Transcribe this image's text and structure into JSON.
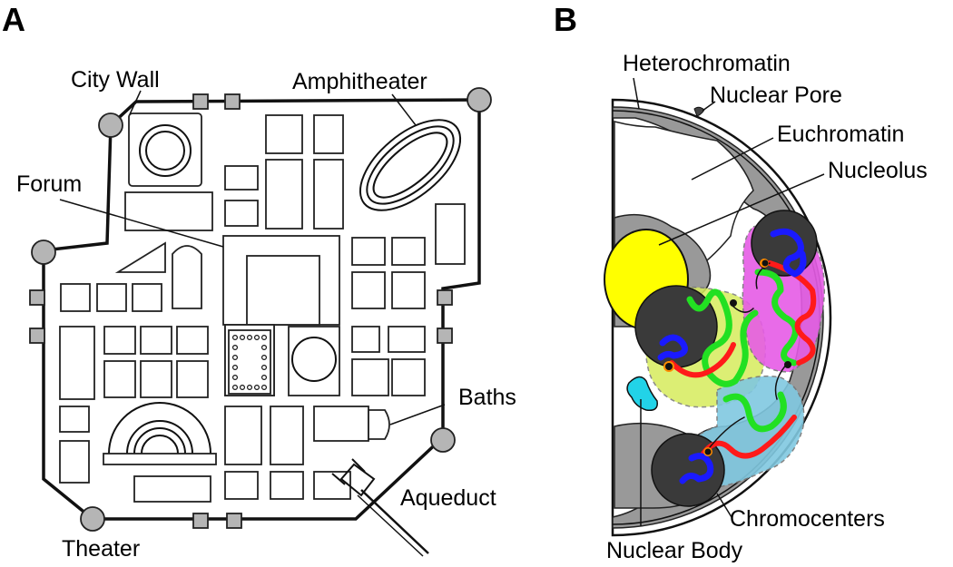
{
  "panel_a": {
    "letter": "A",
    "labels": {
      "city_wall": "City Wall",
      "amphitheater": "Amphitheater",
      "forum": "Forum",
      "baths": "Baths",
      "aqueduct": "Aqueduct",
      "theater": "Theater"
    }
  },
  "panel_b": {
    "letter": "B",
    "labels": {
      "heterochromatin": "Heterochromatin",
      "nuclear_pore": "Nuclear Pore",
      "euchromatin": "Euchromatin",
      "nucleolus": "Nucleolus",
      "chromocenters": "Chromocenters",
      "nuclear_body": "Nuclear Body"
    }
  },
  "colors": {
    "heterochromatin": "#999999",
    "nucleolus": "#ffff00",
    "chromocenter": "#3a3a3a",
    "chromatin_red": "#ff1a1a",
    "chromatin_green": "#22e022",
    "chromatin_blue": "#1a1aff",
    "territory_magenta": "#e65ce6",
    "territory_yellowgreen": "#d6ec5c",
    "territory_lightblue": "#80c8e0",
    "nuclear_body": "#22d3e8",
    "tower": "#b5b5b5"
  }
}
